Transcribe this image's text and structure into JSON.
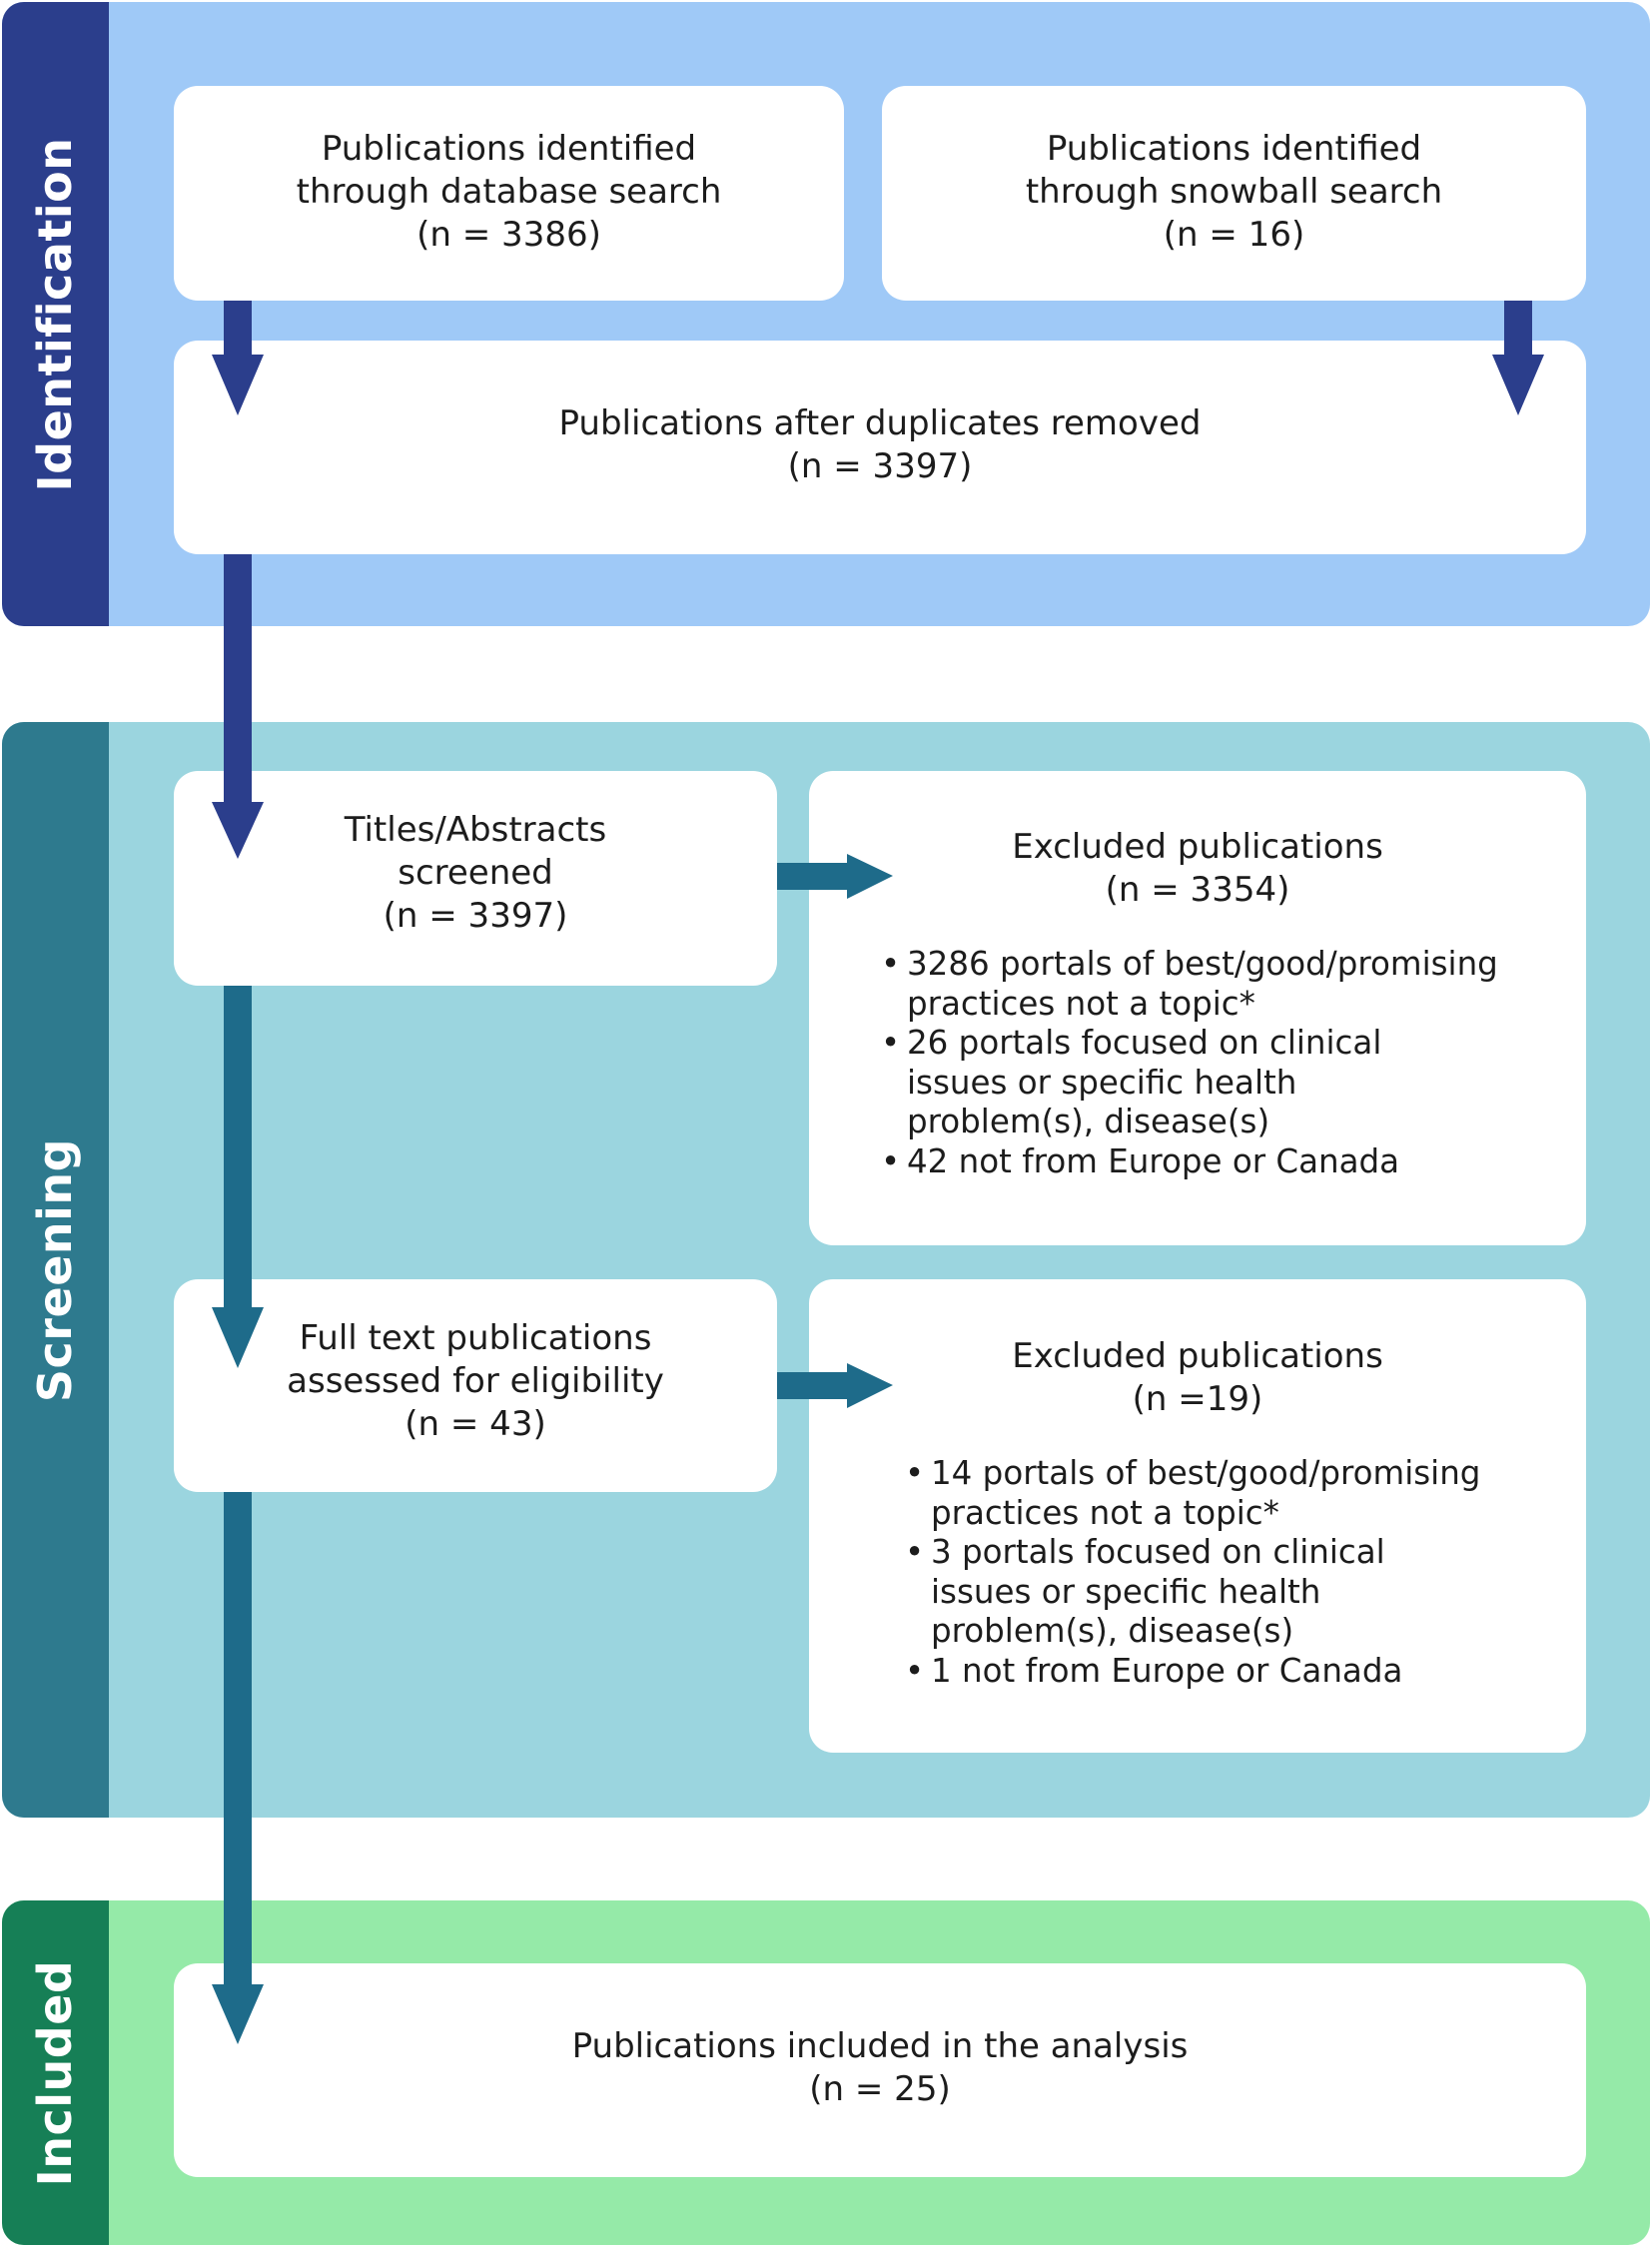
{
  "colors": {
    "identification_bg": "#9fc9f7",
    "identification_tab": "#2b3e8c",
    "screening_bg": "#9bd5df",
    "screening_tab": "#2e7a8e",
    "included_bg": "#95eaa8",
    "included_tab": "#167f56",
    "arrow_dark": "#2b3e8c",
    "arrow_teal": "#1e6b8a"
  },
  "stages": {
    "identification": "Identification",
    "screening": "Screening",
    "included": "Included"
  },
  "identification": {
    "database": {
      "line1": "Publications identified",
      "line2": "through database search",
      "count": "(n = 3386)"
    },
    "snowball": {
      "line1": "Publications identified",
      "line2": "through snowball search",
      "count": "(n = 16)"
    },
    "deduplicated": {
      "line1": "Publications after duplicates removed",
      "count": "(n = 3397)"
    }
  },
  "screening": {
    "titles": {
      "line1": "Titles/Abstracts",
      "line2": "screened",
      "count": "(n = 3397)"
    },
    "excluded1": {
      "title": "Excluded publications",
      "count": "(n = 3354)",
      "reasons": [
        "3286 portals of best/good/promising practices not a topic*",
        "26 portals focused on clinical issues or specific health problem(s),  disease(s)",
        "42 not from Europe or Canada"
      ]
    },
    "fulltext": {
      "line1": "Full text publications",
      "line2": "assessed for eligibility",
      "count": "(n = 43)"
    },
    "excluded2": {
      "title": "Excluded publications",
      "count": "(n =19)",
      "reasons": [
        "14 portals of best/good/promising practices not a topic*",
        "3 portals focused on clinical issues or specific health problem(s),  disease(s)",
        "1 not from Europe or Canada"
      ]
    }
  },
  "included": {
    "final": {
      "line1": "Publications included in the analysis",
      "count": "(n = 25)"
    }
  }
}
